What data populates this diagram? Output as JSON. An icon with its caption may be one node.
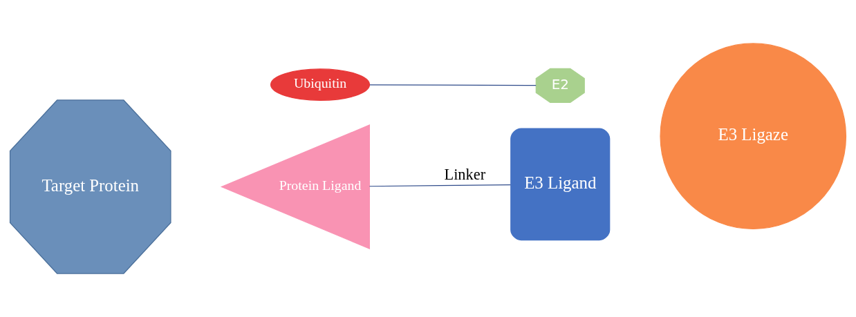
{
  "diagram": {
    "nodes": [
      {
        "text": [
          "Ubiquitin"
        ]
      },
      {
        "text": [
          "E2"
        ]
      },
      {
        "text": [
          "Target Protein"
        ]
      },
      {
        "text": [
          "Protein Ligand"
        ]
      },
      {
        "text": [
          "E3 Ligand"
        ]
      },
      {
        "text": [
          "E3 Ligaze"
        ]
      }
    ],
    "edges": [
      {
        "from": 0,
        "to": 1,
        "arrow": "none"
      },
      {
        "from": 3,
        "to": 4,
        "arrow": "none",
        "label": "Linker"
      }
    ]
  }
}
